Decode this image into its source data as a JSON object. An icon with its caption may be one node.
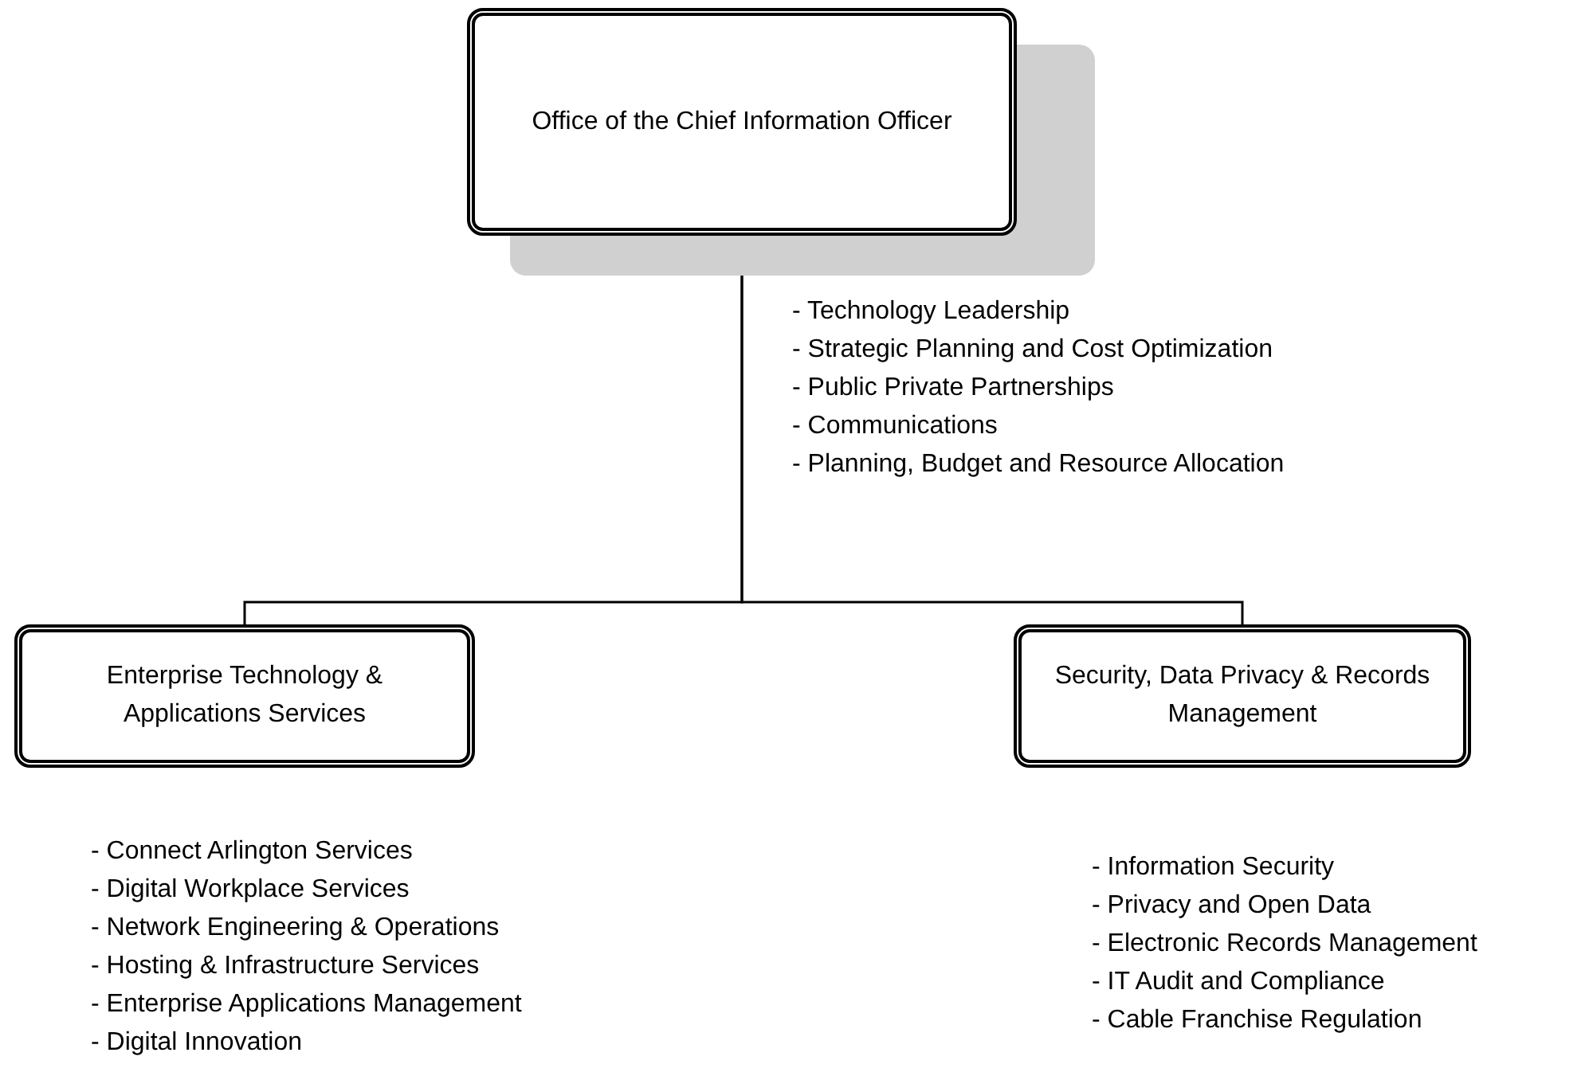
{
  "diagram": {
    "nodes": [
      {
        "text": [
          "Office of the Chief Information Officer"
        ],
        "beside": [
          "- Technology Leadership",
          "- Strategic Planning and Cost Optimization",
          "- Public Private Partnerships",
          "- Communications",
          "- Planning, Budget and Resource Allocation"
        ]
      },
      {
        "text": [
          "Enterprise Technology & Applications Services"
        ],
        "beside": [
          "- Connect Arlington Services",
          "- Digital Workplace Services",
          "- Network Engineering & Operations",
          "- Hosting & Infrastructure Services",
          "- Enterprise Applications Management",
          "- Digital Innovation"
        ]
      },
      {
        "text": [
          "Security, Data Privacy & Records Management"
        ],
        "beside": [
          "- Information Security",
          "- Privacy and Open Data",
          "- Electronic Records Management",
          "- IT Audit and Compliance",
          "- Cable Franchise Regulation"
        ]
      }
    ],
    "edges": [
      {
        "from": 0,
        "to": 1,
        "arrow": "none"
      },
      {
        "from": 0,
        "to": 2,
        "arrow": "none"
      }
    ]
  }
}
